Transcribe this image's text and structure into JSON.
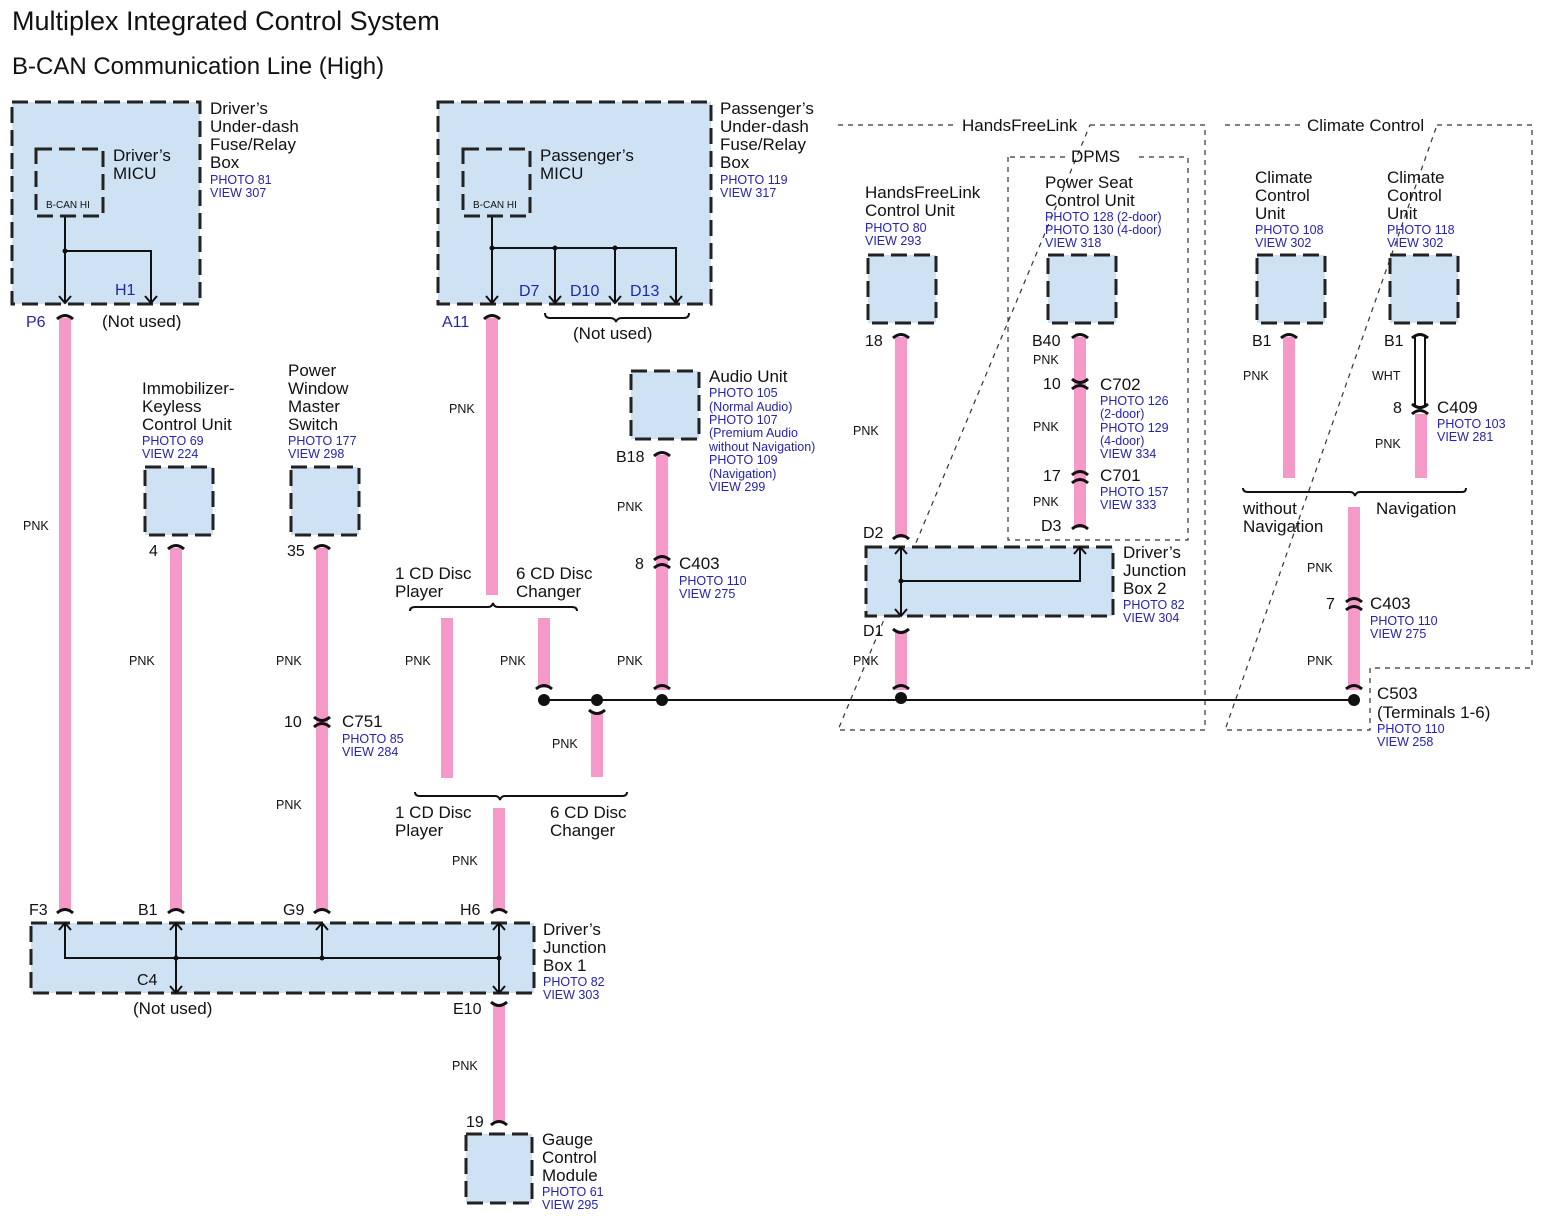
{
  "header": {
    "title": "Multiplex Integrated Control System",
    "subtitle": "B-CAN Communication Line (High)"
  },
  "groups": {
    "handsfreelink": "HandsFreeLink",
    "dpms": "DPMS",
    "climate": "Climate Control"
  },
  "components": {
    "drivers_fuse_box": {
      "name": [
        "Driver’s",
        "Under-dash",
        "Fuse/Relay",
        "Box"
      ],
      "refs": [
        "PHOTO 81",
        "VIEW 307"
      ]
    },
    "drivers_micu": {
      "name": [
        "Driver’s",
        "MICU"
      ],
      "inner": "B-CAN HI"
    },
    "pass_fuse_box": {
      "name": [
        "Passenger’s",
        "Under-dash",
        "Fuse/Relay",
        "Box"
      ],
      "refs": [
        "PHOTO 119",
        "VIEW 317"
      ]
    },
    "pass_micu": {
      "name": [
        "Passenger’s",
        "MICU"
      ],
      "inner": "B-CAN HI"
    },
    "hfl_unit": {
      "name": [
        "HandsFreeLink",
        "Control Unit"
      ],
      "refs": [
        "PHOTO 80",
        "VIEW 293"
      ]
    },
    "power_seat": {
      "name": [
        "Power Seat",
        "Control Unit"
      ],
      "refs": [
        "PHOTO 128 (2-door)",
        "PHOTO 130 (4-door)",
        "VIEW 318"
      ]
    },
    "climate_1": {
      "name": [
        "Climate",
        "Control",
        "Unit"
      ],
      "refs": [
        "PHOTO 108",
        "VIEW 302"
      ]
    },
    "climate_2": {
      "name": [
        "Climate",
        "Control",
        "Unit"
      ],
      "refs": [
        "PHOTO 118",
        "VIEW 302"
      ]
    },
    "immobilizer": {
      "name": [
        "Immobilizer-",
        "Keyless",
        "Control Unit"
      ],
      "refs": [
        "PHOTO 69",
        "VIEW 224"
      ]
    },
    "power_window": {
      "name": [
        "Power",
        "Window",
        "Master",
        "Switch"
      ],
      "refs": [
        "PHOTO 177",
        "VIEW 298"
      ]
    },
    "audio": {
      "name": [
        "Audio Unit"
      ],
      "refs": [
        "PHOTO 105",
        "(Normal Audio)",
        "PHOTO 107",
        "(Premium Audio",
        "without Navigation)",
        "PHOTO 109",
        "(Navigation)",
        "VIEW 299"
      ]
    },
    "jb2": {
      "name": [
        "Driver’s",
        "Junction",
        "Box 2"
      ],
      "refs": [
        "PHOTO 82",
        "VIEW 304"
      ]
    },
    "jb1": {
      "name": [
        "Driver’s",
        "Junction",
        "Box 1"
      ],
      "refs": [
        "PHOTO 82",
        "VIEW 303"
      ]
    },
    "gauge": {
      "name": [
        "Gauge",
        "Control",
        "Module"
      ],
      "refs": [
        "PHOTO 61",
        "VIEW 295"
      ]
    }
  },
  "connectors": {
    "c751": {
      "name": "C751",
      "refs": [
        "PHOTO 85",
        "VIEW 284"
      ]
    },
    "c403_audio": {
      "name": "C403",
      "refs": [
        "PHOTO 110",
        "VIEW 275"
      ]
    },
    "c702": {
      "name": "C702",
      "refs": [
        "PHOTO 126",
        "(2-door)",
        "PHOTO 129",
        "(4-door)",
        "VIEW 334"
      ]
    },
    "c701": {
      "name": "C701",
      "refs": [
        "PHOTO 157",
        "VIEW 333"
      ]
    },
    "c409": {
      "name": "C409",
      "refs": [
        "PHOTO 103",
        "VIEW 281"
      ]
    },
    "c403_nav": {
      "name": "C403",
      "refs": [
        "PHOTO 110",
        "VIEW 275"
      ]
    },
    "c503": {
      "name": [
        "C503",
        "(Terminals 1-6)"
      ],
      "refs": [
        "PHOTO 110",
        "VIEW 258"
      ]
    }
  },
  "pins": {
    "p6": "P6",
    "h1": "H1",
    "a11": "A11",
    "d7": "D7",
    "d10": "D10",
    "d13": "D13",
    "hfl18": "18",
    "b40": "B40",
    "c702_10": "10",
    "c701_17": "17",
    "d3": "D3",
    "cc1_b1": "B1",
    "cc2_b1": "B1",
    "c409_8": "8",
    "c403n_7": "7",
    "imm4": "4",
    "pw35": "35",
    "c751_10": "10",
    "b18": "B18",
    "c403a_8": "8",
    "d2": "D2",
    "d1": "D1",
    "f3": "F3",
    "jb1_b1": "B1",
    "g9": "G9",
    "h6": "H6",
    "c4": "C4",
    "e10": "E10",
    "gcm19": "19"
  },
  "notes": {
    "not_used": "(Not used)",
    "cd1": [
      "1 CD Disc",
      "Player"
    ],
    "cd6": [
      "6 CD Disc",
      "Changer"
    ],
    "without_nav": [
      "without",
      "Navigation"
    ],
    "nav": "Navigation"
  },
  "wire_colors": {
    "pnk": "PNK",
    "wht": "WHT"
  },
  "colors": {
    "wire_pink": "#f59ac8",
    "box_fill": "#cfe2f3",
    "ref_blue": "#2424b0"
  }
}
